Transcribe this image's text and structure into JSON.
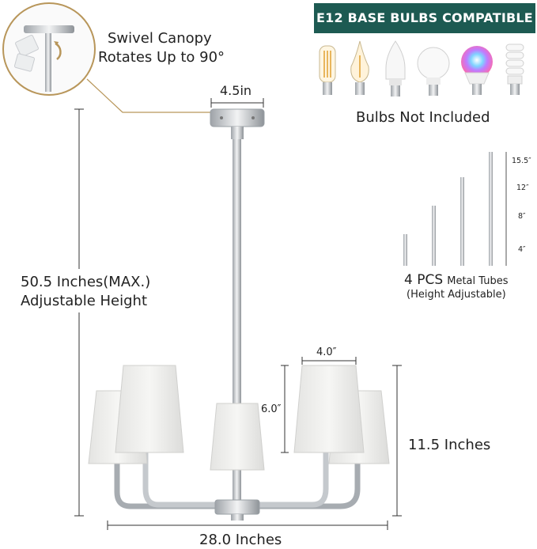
{
  "banner": {
    "text": "E12 BASE BULBS COMPATIBLE"
  },
  "bulbs_note": "Bulbs Not Included",
  "swivel": {
    "line1": "Swivel Canopy",
    "line2": "Rotates Up to 90°"
  },
  "canopy_width": "4.5in",
  "height": {
    "line1": "50.5 Inches(MAX.)",
    "line2": "Adjustable Height"
  },
  "tubes": {
    "count_label": "4 PCS",
    "title": "Metal Tubes",
    "subtitle": "(Height Adjustable)",
    "lengths": [
      "4″",
      "8″",
      "12″",
      "15.5″"
    ]
  },
  "shade": {
    "width": "4.0″",
    "height": "6.0″"
  },
  "fixture": {
    "height": "11.5 Inches",
    "width": "28.0 Inches"
  },
  "bulb_icons": [
    "led-filament-tube-bulb-icon",
    "candle-flame-bulb-icon",
    "led-candle-bulb-icon",
    "globe-bulb-icon",
    "rgb-smart-bulb-icon",
    "spiral-cfl-bulb-icon"
  ],
  "colors": {
    "banner": "#1d5a52",
    "accent": "#b8965a"
  }
}
